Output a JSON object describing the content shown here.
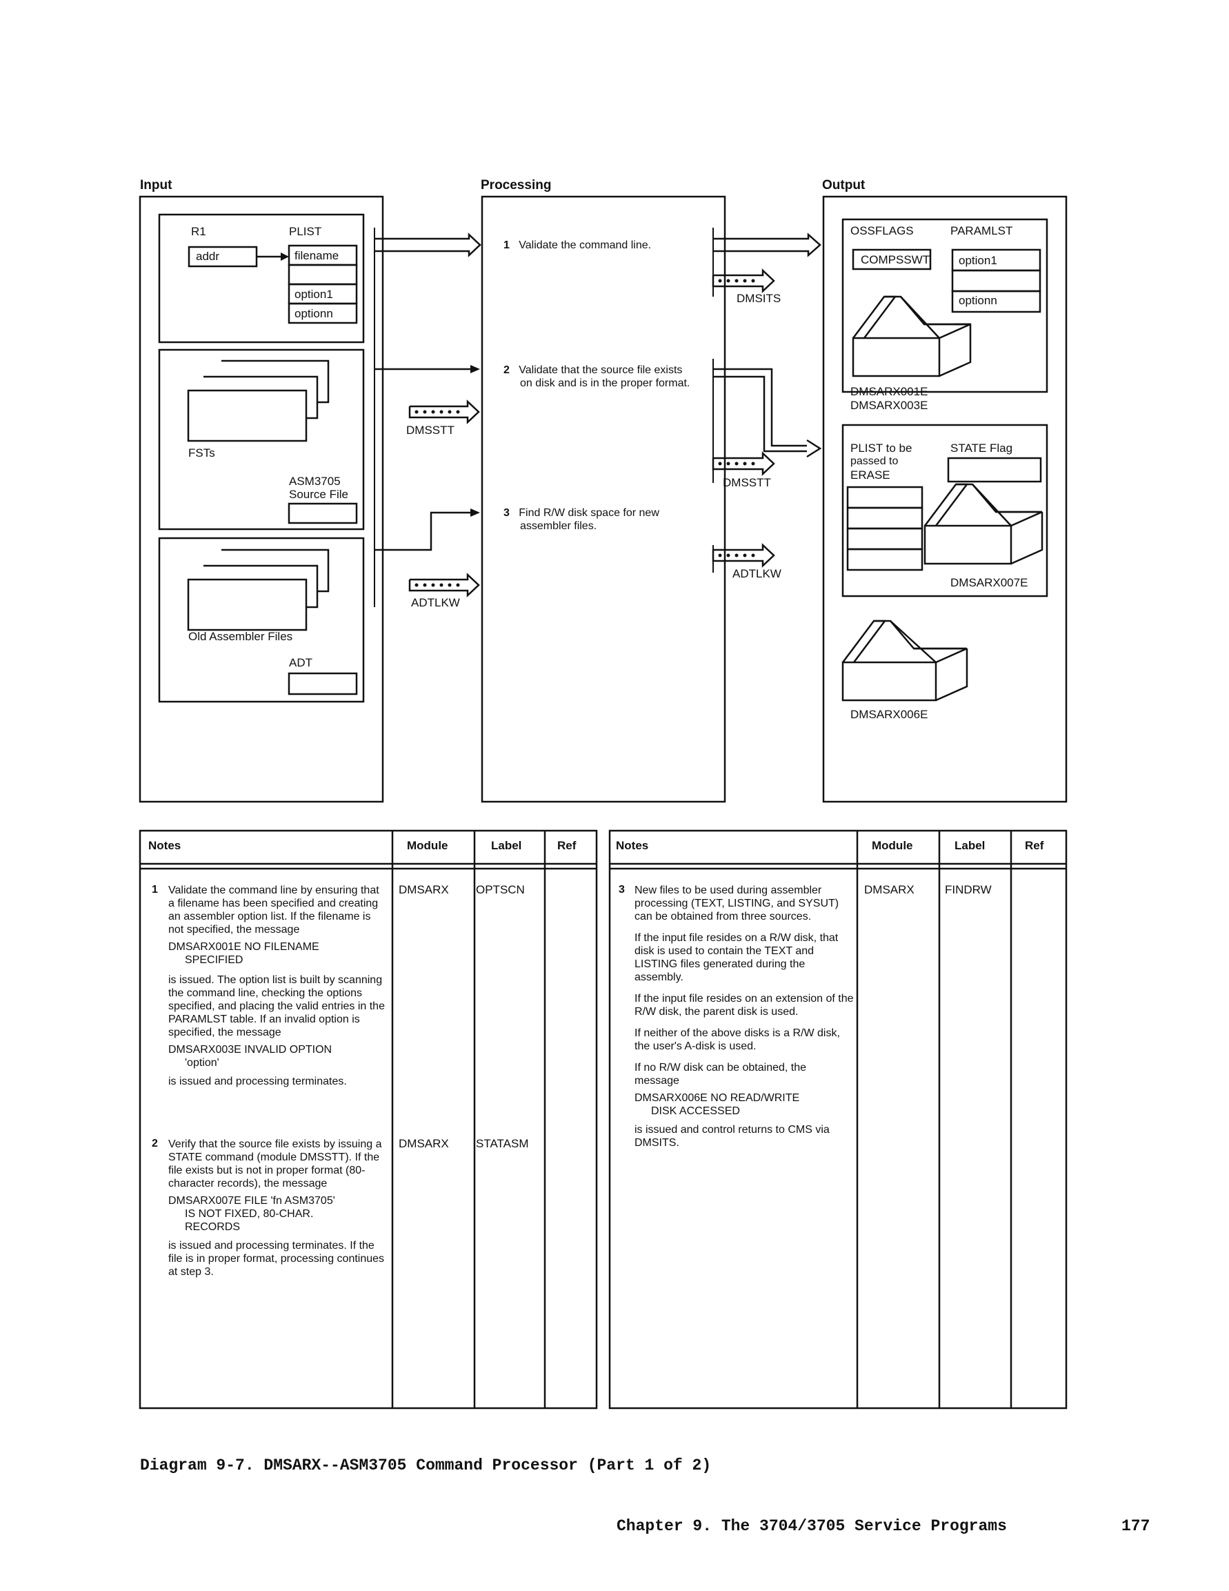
{
  "headings": {
    "input": "Input",
    "processing": "Processing",
    "output": "Output"
  },
  "input": {
    "r1": "R1",
    "addr": "addr",
    "plist": "PLIST",
    "plist_items": [
      "filename",
      "",
      "option1",
      "optionn"
    ],
    "fsts": "FSTs",
    "asm_source": [
      "ASM3705",
      "Source File"
    ],
    "old_files": "Old Assembler Files",
    "adt": "ADT"
  },
  "processing": {
    "steps": [
      {
        "num": "1",
        "text": [
          "Validate the command line."
        ]
      },
      {
        "num": "2",
        "text": [
          "Validate that the source file exists",
          "on disk and is in the proper format."
        ]
      },
      {
        "num": "3",
        "text": [
          "Find R/W disk space for new",
          "assembler files."
        ]
      }
    ],
    "left_modules": [
      "DMSSTT",
      "ADTLKW"
    ],
    "right_modules": [
      "DMSITS",
      "DMSSTT",
      "ADTLKW"
    ]
  },
  "output": {
    "ossflags": "OSSFLAGS",
    "compsswt": "COMPSSWT",
    "paramlst": "PARAMLST",
    "paramlst_items": [
      "option1",
      "optionn"
    ],
    "msgs1": [
      "DMSARX001E",
      "DMSARX003E"
    ],
    "plist_erase": [
      "PLIST to be",
      "passed to",
      "ERASE"
    ],
    "state_flag": "STATE Flag",
    "msg7": "DMSARX007E",
    "msg6": "DMSARX006E"
  },
  "table_left": {
    "headers": {
      "notes": "Notes",
      "module": "Module",
      "label": "Label",
      "ref": "Ref"
    },
    "rows": [
      {
        "num": "1",
        "module": "DMSARX",
        "label": "OPTSCN",
        "paras": [
          "Validate the command line by ensuring that a filename has been specified and creating an assembler option list. If the filename is not specified, the message",
          "DMSARX001E NO FILENAME",
          "SPECIFIED",
          "is issued. The option list is built by scanning the command line, checking the options specified, and placing the valid entries in the PARAMLST table. If an invalid option is specified, the message",
          "DMSARX003E INVALID OPTION",
          "'option'",
          "is issued and processing terminates."
        ]
      },
      {
        "num": "2",
        "module": "DMSARX",
        "label": "STATASM",
        "paras": [
          "Verify that the source file exists by issuing a STATE command (module DMSSTT). If the file exists but is not in proper format (80-character records), the message",
          "DMSARX007E FILE 'fn ASM3705'",
          "IS NOT FIXED, 80-CHAR.",
          "RECORDS",
          "is issued and processing terminates. If the file is in proper format, processing continues at step 3."
        ]
      }
    ]
  },
  "table_right": {
    "headers": {
      "notes": "Notes",
      "module": "Module",
      "label": "Label",
      "ref": "Ref"
    },
    "rows": [
      {
        "num": "3",
        "module": "DMSARX",
        "label": "FINDRW",
        "paras": [
          "New files to be used during assembler processing (TEXT, LISTING, and SYSUT) can be obtained from three sources.",
          "If the input file resides on a R/W disk, that disk is used to contain the TEXT and LISTING files generated during the assembly.",
          "If the input file resides on an extension of the R/W disk, the parent disk is used.",
          "If neither of the above disks is a R/W disk, the user's A-disk is used.",
          "If no R/W disk can be obtained, the message",
          "DMSARX006E NO READ/WRITE",
          "DISK ACCESSED",
          "is issued and control returns to CMS via DMSITS."
        ]
      }
    ]
  },
  "caption": "Diagram 9-7. DMSARX--ASM3705 Command Processor (Part 1 of 2)",
  "footer": {
    "chapter": "Chapter 9. The 3704/3705 Service Programs",
    "page": "177"
  }
}
